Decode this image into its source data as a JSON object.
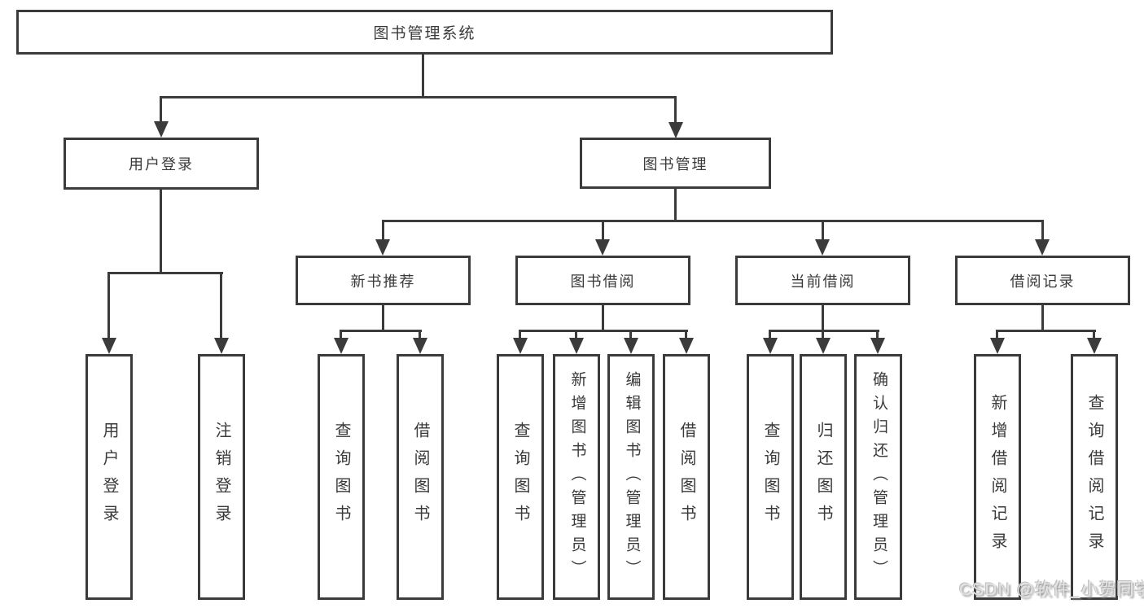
{
  "diagram_title": "图书管理系统",
  "colors": {
    "line": "#3b3b3b",
    "text": "#3a3a3a",
    "background": "#ffffff",
    "watermark": "#e2e2e2"
  },
  "tree": {
    "label": "图书管理系统",
    "children": [
      {
        "label": "用户登录",
        "children": [
          {
            "label": "用户登录"
          },
          {
            "label": "注销登录"
          }
        ]
      },
      {
        "label": "图书管理",
        "children": [
          {
            "label": "新书推荐",
            "children": [
              {
                "label": "查询图书"
              },
              {
                "label": "借阅图书"
              }
            ]
          },
          {
            "label": "图书借阅",
            "children": [
              {
                "label": "查询图书"
              },
              {
                "label": "新增图书（管理员）"
              },
              {
                "label": "编辑图书（管理员）"
              },
              {
                "label": "借阅图书"
              }
            ]
          },
          {
            "label": "当前借阅",
            "children": [
              {
                "label": "查询图书"
              },
              {
                "label": "归还图书"
              },
              {
                "label": "确认归还（管理员）"
              }
            ]
          },
          {
            "label": "借阅记录",
            "children": [
              {
                "label": "新增借阅记录"
              },
              {
                "label": "查询借阅记录"
              }
            ]
          }
        ]
      }
    ]
  },
  "watermark": {
    "text": "CSDN @软件_小贺同学"
  }
}
